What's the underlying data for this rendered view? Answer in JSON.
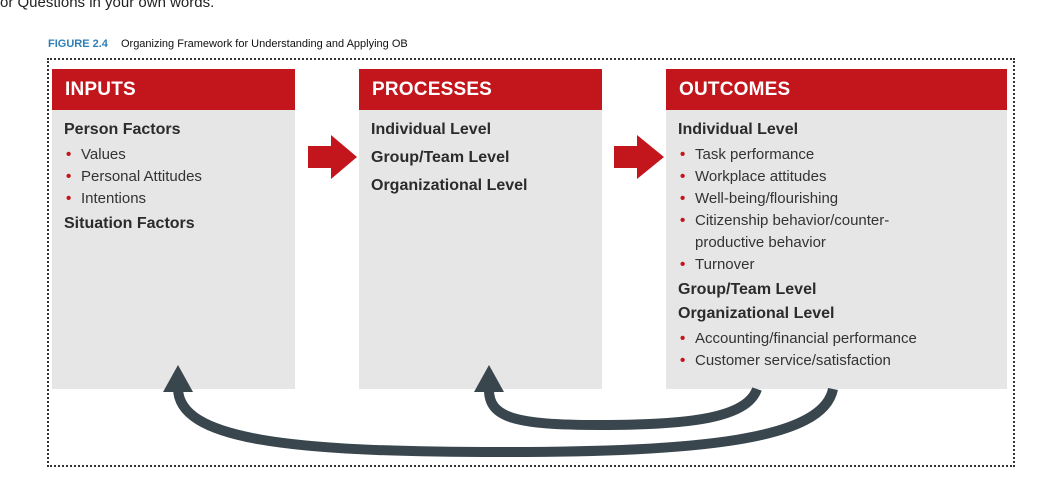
{
  "top_text": "or Questions in your own words.",
  "figure": {
    "number": "FIGURE 2.4",
    "caption": "Organizing Framework for Understanding and Applying OB"
  },
  "colors": {
    "header_red": "#c3161c",
    "panel_gray": "#e6e6e6",
    "feedback_arrow": "#3a464d",
    "caption_blue": "#2d7fb8"
  },
  "inputs": {
    "title": "INPUTS",
    "person_factors": "Person Factors",
    "person_items": [
      "Values",
      "Personal Attitudes",
      "Intentions"
    ],
    "situation_factors": "Situation Factors"
  },
  "processes": {
    "title": "PROCESSES",
    "levels": [
      "Individual Level",
      "Group/Team Level",
      "Organizational Level"
    ]
  },
  "outcomes": {
    "title": "OUTCOMES",
    "individual_level": "Individual Level",
    "individual_items": [
      "Task performance",
      "Workplace attitudes",
      "Well-being/flourishing",
      "Citizenship behavior/counter-",
      "productive behavior",
      "Turnover"
    ],
    "group_level": "Group/Team Level",
    "organizational_level": "Organizational Level",
    "organizational_items": [
      "Accounting/financial performance",
      "Customer service/satisfaction"
    ]
  },
  "bullet_char": "•",
  "icons": {
    "flow_arrow": "right-arrow-icon",
    "feedback": "curved-feedback-arrow-icon"
  }
}
